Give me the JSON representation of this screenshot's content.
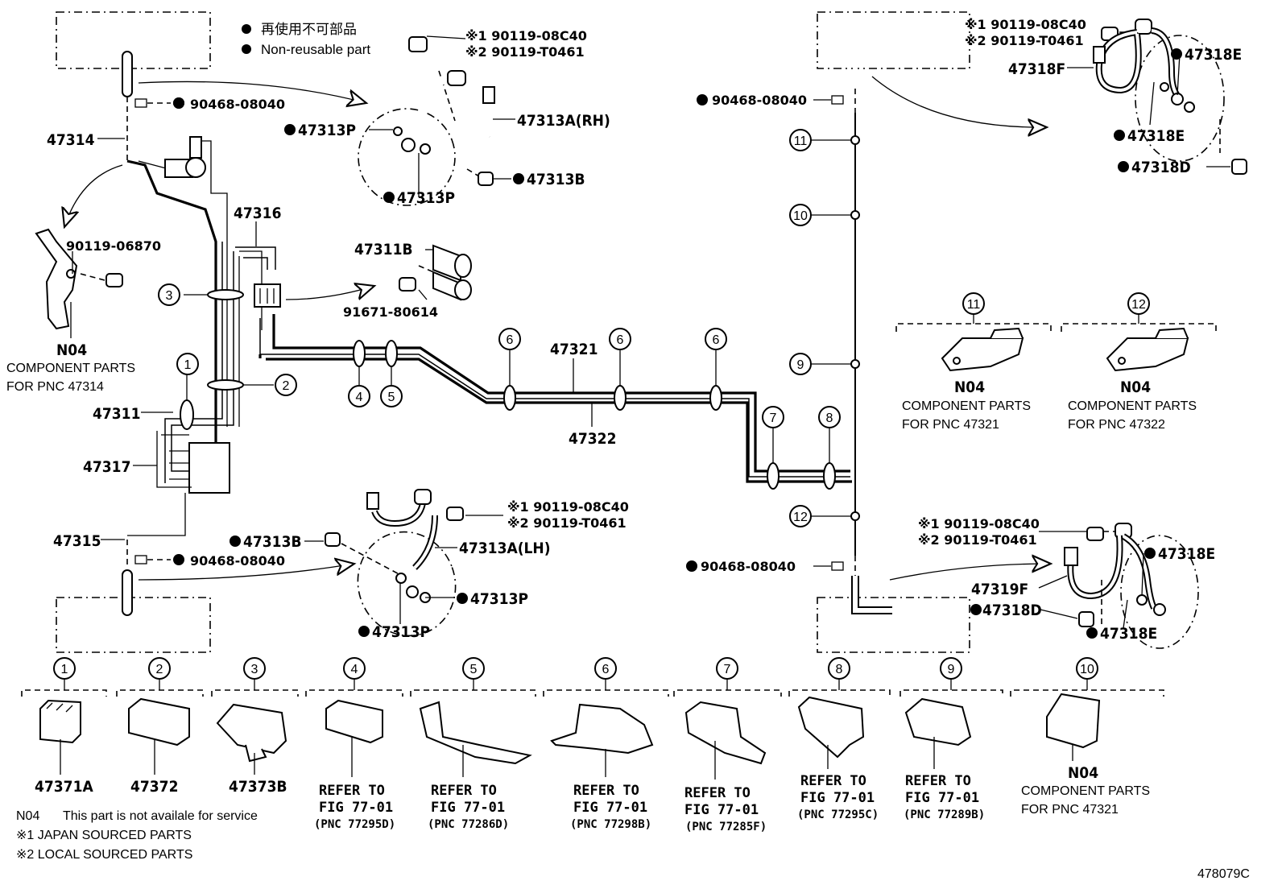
{
  "legend": {
    "nonreusable_jp": "再使用不可部品",
    "nonreusable_en": "Non-reusable part"
  },
  "parts": {
    "p47314": "47314",
    "p90468_tl": "90468-08040",
    "p90468_bl": "90468-08040",
    "p90468_tr": "90468-08040",
    "p90468_br": "90468-08040",
    "p90119_06870": "90119-06870",
    "n04_a": "N04",
    "n04_a_l1": "COMPONENT PARTS",
    "n04_a_l2": "FOR PNC 47314",
    "p47316": "47316",
    "p47311b": "47311B",
    "p91671": "91671-80614",
    "p47311": "47311",
    "p47317": "47317",
    "p47315": "47315",
    "p47321": "47321",
    "p47322": "47322",
    "rh_j1": "※1 90119-08C40",
    "rh_j2": "※2 90119-T0461",
    "p47313a_rh": "47313A(RH)",
    "p47313p_rh1": "47313P",
    "p47313p_rh2": "47313P",
    "p47313b_rh": "47313B",
    "lh_j1": "※1 90119-08C40",
    "lh_j2": "※2 90119-T0461",
    "p47313b_lh": "47313B",
    "p47313a_lh": "47313A(LH)",
    "p47313p_lh1": "47313P",
    "p47313p_lh2": "47313P",
    "tr_j1": "※1 90119-08C40",
    "tr_j2": "※2 90119-T0461",
    "p47318f": "47318F",
    "p47318e_tr1": "47318E",
    "p47318e_tr2": "47318E",
    "p47318d_tr": "47318D",
    "br_j1": "※1 90119-08C40",
    "br_j2": "※2 90119-T0461",
    "p47319f": "47319F",
    "p47318e_br1": "47318E",
    "p47318e_br2": "47318E",
    "p47318d_br": "47318D",
    "n04_11": "N04",
    "n04_11_l1": "COMPONENT PARTS",
    "n04_11_l2": "FOR PNC 47321",
    "n04_12": "N04",
    "n04_12_l1": "COMPONENT PARTS",
    "n04_12_l2": "FOR PNC 47322"
  },
  "callouts": {
    "c1": "1",
    "c2": "2",
    "c3": "3",
    "c4": "4",
    "c5": "5",
    "c6a": "6",
    "c6b": "6",
    "c6c": "6",
    "c7": "7",
    "c8": "8",
    "c9": "9",
    "c10": "10",
    "c11": "11",
    "c12": "12",
    "k11": "11",
    "k12": "12"
  },
  "bottom": {
    "b1": "1",
    "b2": "2",
    "b3": "3",
    "b4": "4",
    "b5": "5",
    "b6": "6",
    "b7": "7",
    "b8": "8",
    "b9": "9",
    "b10": "10",
    "p1": "47371A",
    "p2": "47372",
    "p3": "47373B",
    "r4a": "REFER TO",
    "r4b": "FIG 77-01",
    "r4c": "(PNC 77295D)",
    "r5a": "REFER TO",
    "r5b": "FIG 77-01",
    "r5c": "(PNC 77286D)",
    "r6a": "REFER TO",
    "r6b": "FIG 77-01",
    "r6c": "(PNC 77298B)",
    "r7a": "REFER TO",
    "r7b": "FIG 77-01",
    "r7c": "(PNC 77285F)",
    "r8a": "REFER TO",
    "r8b": "FIG 77-01",
    "r8c": "(PNC 77295C)",
    "r9a": "REFER TO",
    "r9b": "FIG 77-01",
    "r9c": "(PNC 77289B)",
    "n10": "N04",
    "n10a": "COMPONENT PARTS",
    "n10b": "FOR PNC 47321"
  },
  "notes": {
    "n04": "N04",
    "n04_text": "This part is not availale for service",
    "japan": "※1 JAPAN SOURCED PARTS",
    "local": "※2 LOCAL SOURCED PARTS"
  },
  "figure_id": "478079C"
}
